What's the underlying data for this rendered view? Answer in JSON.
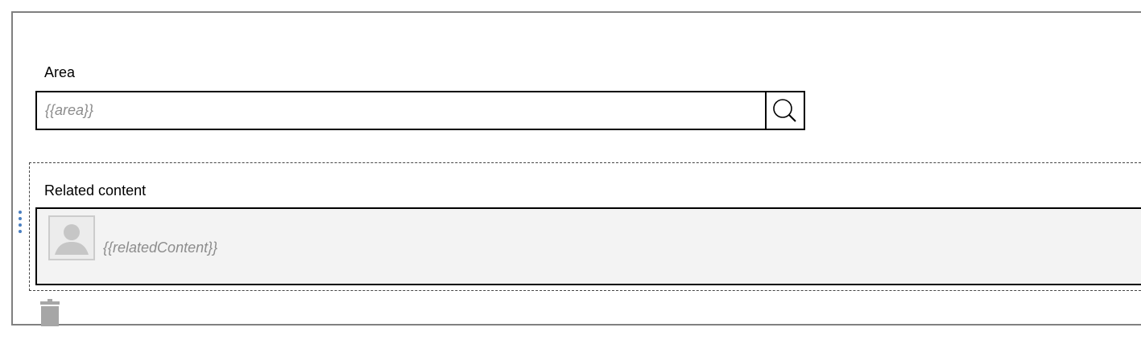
{
  "area": {
    "label": "Area",
    "value": "{{area}}",
    "search_icon": "search-icon"
  },
  "related": {
    "label": "Related content",
    "value": "{{relatedContent}}",
    "avatar_icon": "person-placeholder-icon",
    "drag_icon": "drag-handle-icon"
  },
  "actions": {
    "delete_icon": "trash-icon"
  },
  "colors": {
    "placeholder_text": "#8c8c8c",
    "field_border": "#000000",
    "related_background": "#f3f3f3",
    "drag_handle": "#4a7fc1",
    "trash": "#a6a6a6"
  }
}
